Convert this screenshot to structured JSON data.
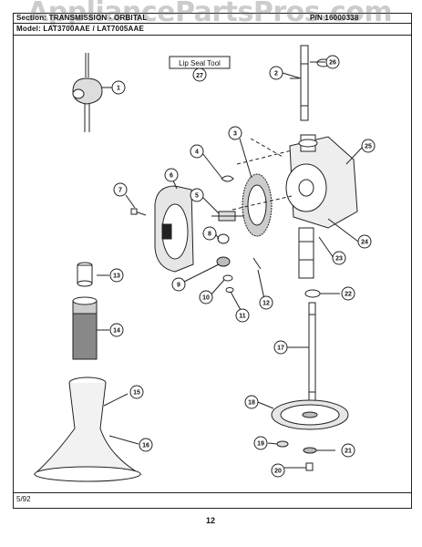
{
  "header": {
    "section_label": "Section:",
    "section_value": "TRANSMISSION - ORBITAL",
    "model_label": "Model:",
    "model_value": "LAT3700AAE / LAT7005AAE",
    "pn_label": "P/N",
    "pn_value": "16000338"
  },
  "watermark": "AppliancePartsPros.com",
  "lip_seal_tool": {
    "label": "Lip Seal Tool",
    "number": "27"
  },
  "callouts": [
    "1",
    "2",
    "3",
    "4",
    "5",
    "6",
    "7",
    "8",
    "9",
    "10",
    "11",
    "12",
    "13",
    "14",
    "15",
    "16",
    "17",
    "18",
    "19",
    "20",
    "21",
    "22",
    "23",
    "24",
    "25",
    "26"
  ],
  "footer": {
    "date": "5/92",
    "page": "12"
  }
}
